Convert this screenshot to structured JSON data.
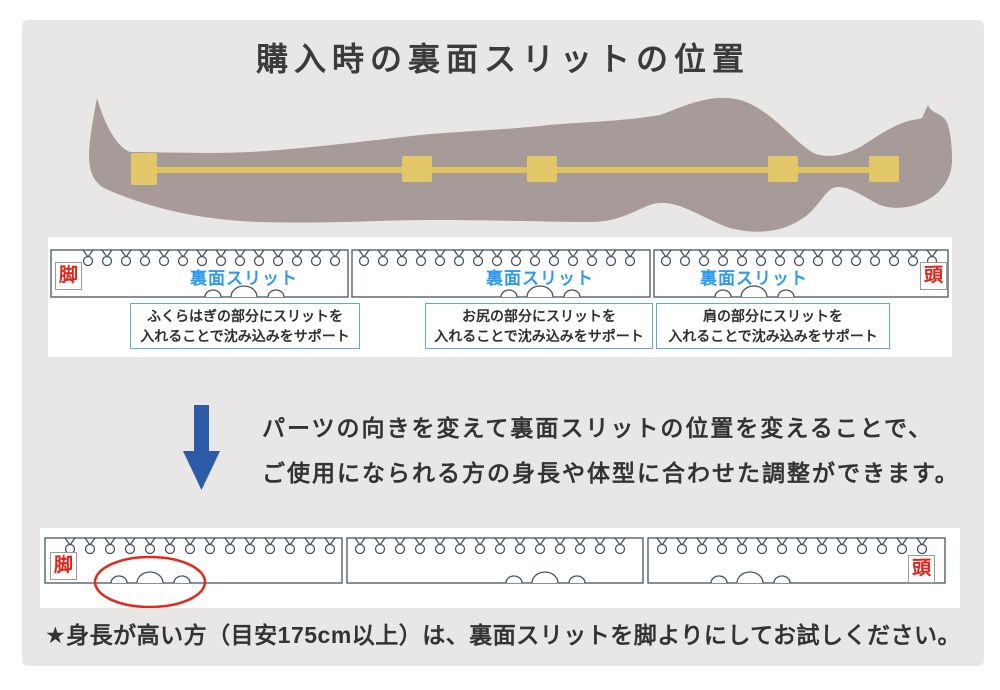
{
  "title": "購入時の裏面スリットの位置",
  "top_diagram": {
    "foot_label": "脚",
    "head_label": "頭",
    "slit_label": "裏面スリット",
    "panels": [
      {
        "caption_line1": "ふくらはぎの部分にスリットを",
        "caption_line2": "入れることで沈み込みをサポート"
      },
      {
        "caption_line1": "お尻の部分にスリットを",
        "caption_line2": "入れることで沈み込みをサポート"
      },
      {
        "caption_line1": "肩の部分にスリットを",
        "caption_line2": "入れることで沈み込みをサポート"
      }
    ]
  },
  "transition": {
    "line1": "パーツの向きを変えて裏面スリットの位置を変えることで、",
    "line2": "ご使用になられる方の身長や体型に合わせた調整ができます。"
  },
  "bottom_diagram": {
    "foot_label": "脚",
    "head_label": "頭"
  },
  "footnote": "★身長が高い方（目安175cm以上）は、裏面スリットを脚よりにしてお試しください。",
  "colors": {
    "background_gray": "#e9e7e6",
    "silhouette": "#a69b99",
    "marker_yellow": "#e2c869",
    "outline_slate": "#46535f",
    "slit_label_blue": "#2e9af0",
    "end_label_red": "#e0261c",
    "caption_border_blue": "#62aade",
    "arrow_blue": "#2e5ba8",
    "highlight_red": "#e5271d",
    "text_dark": "#333333"
  }
}
